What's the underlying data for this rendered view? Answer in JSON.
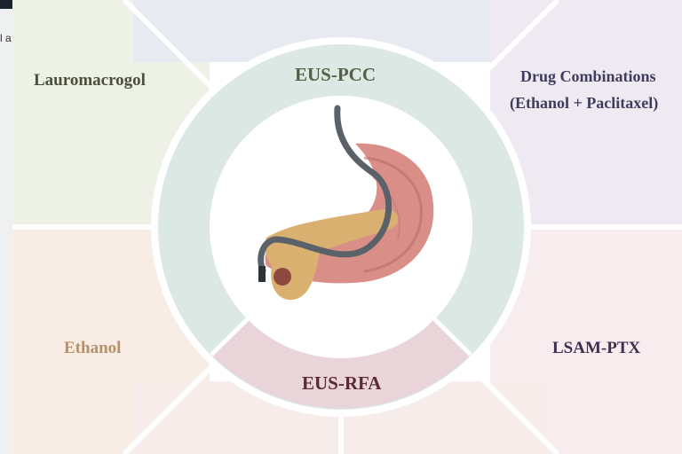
{
  "labels": {
    "top_left": "Lauromacrogol",
    "top_center": "EUS-PCC",
    "top_right_line1": "Drug Combinations",
    "top_right_line2": "(Ethanol + Paclitaxel)",
    "bottom_left": "Ethanol",
    "bottom_right": "LSAM-PTX",
    "bottom_center": "EUS-RFA",
    "side_cut_text": "l a"
  },
  "colors": {
    "sidebar_dark": "#1c2330",
    "sidebar_light": "#eef0f2",
    "panel_top_left": "#eef2e6",
    "panel_top_center": "#e8eaf1",
    "panel_top_right": "#efe9f2",
    "panel_bottom_left": "#f7ede4",
    "panel_bottom_right": "#f7ecee",
    "ring_green": "#dce8e3",
    "ring_rose": "#e9d5d9",
    "stomach": "#d98f88",
    "pancreas": "#d9b070",
    "scope": "#5a6168"
  }
}
